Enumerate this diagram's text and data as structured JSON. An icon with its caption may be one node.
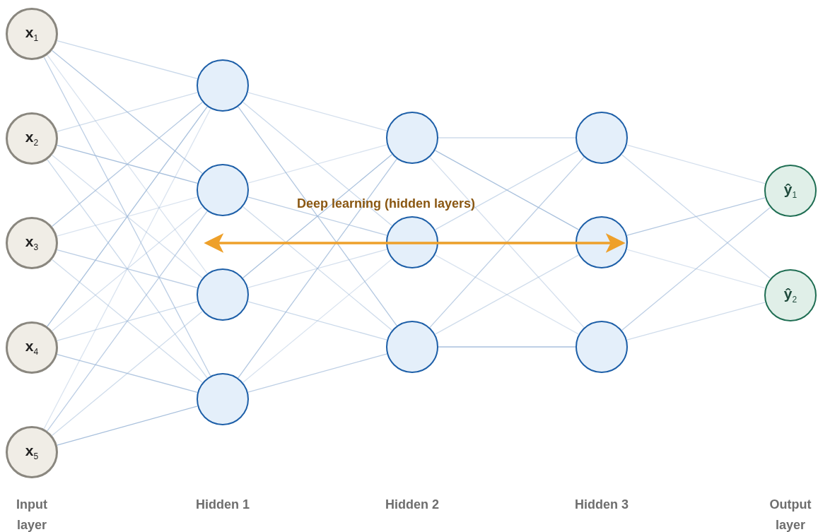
{
  "diagram": {
    "nodes": [
      {
        "text": [
          "x$_{1}$"
        ]
      },
      {
        "text": [
          "x$_{2}$"
        ]
      },
      {
        "text": [
          "x$_{3}$"
        ]
      },
      {
        "text": [
          "x$_{4}$"
        ]
      },
      {
        "text": [
          "x$_{5}$"
        ]
      },
      {
        "text": [],
        "shape": "circle"
      },
      {
        "text": [],
        "shape": "circle"
      },
      {
        "text": [],
        "shape": "circle"
      },
      {
        "text": [],
        "shape": "circle"
      },
      {
        "text": [],
        "shape": "circle"
      },
      {
        "text": [],
        "shape": "circle"
      },
      {
        "text": [],
        "shape": "circle"
      },
      {
        "text": [],
        "shape": "circle"
      },
      {
        "text": [],
        "shape": "circle"
      },
      {
        "text": [],
        "shape": "circle"
      },
      {
        "text": [
          "ŷ$_{1}$"
        ]
      },
      {
        "text": [
          "ŷ$_{2}$"
        ]
      }
    ],
    "edges": [
      {
        "from": 0,
        "to": 5,
        "arrow": "none"
      },
      {
        "from": 0,
        "to": 6,
        "arrow": "none"
      },
      {
        "from": 0,
        "to": 7,
        "arrow": "none"
      },
      {
        "from": 0,
        "to": 8,
        "arrow": "none"
      },
      {
        "from": 1,
        "to": 5,
        "arrow": "none"
      },
      {
        "from": 1,
        "to": 6,
        "arrow": "none"
      },
      {
        "from": 1,
        "to": 7,
        "arrow": "none"
      },
      {
        "from": 1,
        "to": 8,
        "arrow": "none"
      },
      {
        "from": 2,
        "to": 5,
        "arrow": "none"
      },
      {
        "from": 2,
        "to": 6,
        "arrow": "none"
      },
      {
        "from": 2,
        "to": 7,
        "arrow": "none"
      },
      {
        "from": 2,
        "to": 8,
        "arrow": "none"
      },
      {
        "from": 3,
        "to": 5,
        "arrow": "none"
      },
      {
        "from": 3,
        "to": 6,
        "arrow": "none"
      },
      {
        "from": 3,
        "to": 7,
        "arrow": "none"
      },
      {
        "from": 3,
        "to": 8,
        "arrow": "none"
      },
      {
        "from": 4,
        "to": 5,
        "arrow": "none"
      },
      {
        "from": 4,
        "to": 6,
        "arrow": "none"
      },
      {
        "from": 4,
        "to": 7,
        "arrow": "none"
      },
      {
        "from": 4,
        "to": 8,
        "arrow": "none"
      },
      {
        "from": 5,
        "to": 9,
        "arrow": "none"
      },
      {
        "from": 5,
        "to": 10,
        "arrow": "none"
      },
      {
        "from": 5,
        "to": 11,
        "arrow": "none"
      },
      {
        "from": 6,
        "to": 9,
        "arrow": "none"
      },
      {
        "from": 6,
        "to": 10,
        "arrow": "none"
      },
      {
        "from": 6,
        "to": 11,
        "arrow": "none"
      },
      {
        "from": 7,
        "to": 9,
        "arrow": "none"
      },
      {
        "from": 7,
        "to": 10,
        "arrow": "none"
      },
      {
        "from": 7,
        "to": 11,
        "arrow": "none"
      },
      {
        "from": 8,
        "to": 9,
        "arrow": "none"
      },
      {
        "from": 8,
        "to": 10,
        "arrow": "none"
      },
      {
        "from": 8,
        "to": 11,
        "arrow": "none"
      },
      {
        "from": 9,
        "to": 12,
        "arrow": "none"
      },
      {
        "from": 9,
        "to": 13,
        "arrow": "none"
      },
      {
        "from": 9,
        "to": 14,
        "arrow": "none"
      },
      {
        "from": 10,
        "to": 12,
        "arrow": "none"
      },
      {
        "from": 10,
        "to": 13,
        "arrow": "none"
      },
      {
        "from": 10,
        "to": 14,
        "arrow": "none"
      },
      {
        "from": 11,
        "to": 12,
        "arrow": "none"
      },
      {
        "from": 11,
        "to": 13,
        "arrow": "none"
      },
      {
        "from": 11,
        "to": 14,
        "arrow": "none"
      },
      {
        "from": 12,
        "to": 15,
        "arrow": "none"
      },
      {
        "from": 12,
        "to": 16,
        "arrow": "none"
      },
      {
        "from": 13,
        "to": 15,
        "arrow": "none"
      },
      {
        "from": 13,
        "to": 16,
        "arrow": "none"
      },
      {
        "from": 14,
        "to": 15,
        "arrow": "none"
      },
      {
        "from": 14,
        "to": 16,
        "arrow": "none"
      }
    ],
    "labels": [
      "Deep learning (hidden layers)",
      "Input layer",
      "Hidden 1",
      "Hidden 2",
      "Hidden 3",
      "Output layer"
    ]
  }
}
